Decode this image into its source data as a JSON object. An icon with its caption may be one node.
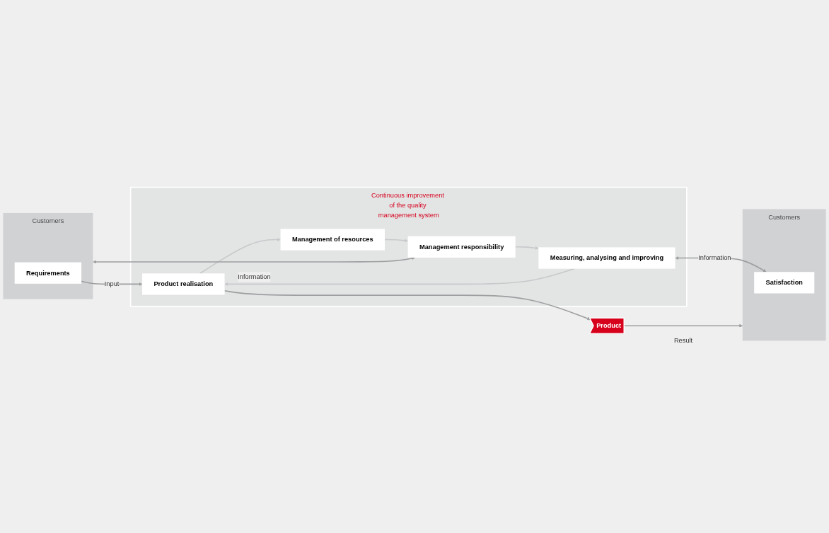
{
  "diagram": {
    "nodes": [
      {
        "text": [
          "Customers"
        ]
      },
      {
        "text": [
          "Customers"
        ]
      },
      {
        "text": [
          "Continuous improvement of the quality management system"
        ]
      },
      {
        "text": [
          "Management responsibility"
        ],
        "in": 2
      },
      {
        "text": [
          "Management of resources"
        ],
        "in": 2
      },
      {
        "text": [
          "Measuring, analysing and improving"
        ],
        "in": 2
      },
      {
        "text": [
          "Product realisation"
        ],
        "in": 2
      },
      {
        "text": [
          "Requirements"
        ],
        "in": 0
      },
      {
        "text": [
          "Satisfaction"
        ],
        "in": 1
      },
      {
        "text": [
          "Product"
        ]
      }
    ],
    "edges": [
      {
        "from": 3,
        "to": 0,
        "arrow": "both",
        "label": "Information"
      },
      {
        "from": 4,
        "to": 3,
        "arrow": "to",
        "color": "#c8c9cb"
      },
      {
        "from": 3,
        "to": 5,
        "arrow": "to",
        "color": "#c8c9cb"
      },
      {
        "from": 5,
        "to": 8,
        "arrow": "both",
        "label": "Information"
      },
      {
        "from": 5,
        "to": 6,
        "arrow": "to",
        "color": "#c8c9cb"
      },
      {
        "from": 6,
        "to": 4,
        "arrow": "to",
        "color": "#c8c9cb"
      },
      {
        "from": 7,
        "to": 6,
        "arrow": "to",
        "label": "Input"
      },
      {
        "from": 6,
        "to": 9,
        "arrow": "to"
      },
      {
        "from": 9,
        "to": 1,
        "arrow": "to",
        "label": "Result"
      }
    ]
  }
}
